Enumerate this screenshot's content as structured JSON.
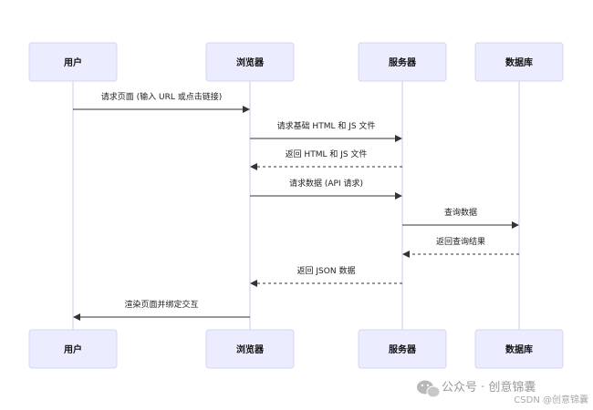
{
  "diagram": {
    "actors": [
      {
        "id": "user",
        "label": "用户"
      },
      {
        "id": "browser",
        "label": "浏览器"
      },
      {
        "id": "server",
        "label": "服务器"
      },
      {
        "id": "database",
        "label": "数据库"
      }
    ],
    "messages": [
      {
        "from": "user",
        "to": "browser",
        "label": "请求页面 (输入 URL 或点击链接)",
        "style": "solid"
      },
      {
        "from": "browser",
        "to": "server",
        "label": "请求基础 HTML 和 JS 文件",
        "style": "solid"
      },
      {
        "from": "server",
        "to": "browser",
        "label": "返回 HTML 和 JS 文件",
        "style": "dashed"
      },
      {
        "from": "browser",
        "to": "server",
        "label": "请求数据 (API 请求)",
        "style": "solid"
      },
      {
        "from": "server",
        "to": "database",
        "label": "查询数据",
        "style": "solid"
      },
      {
        "from": "database",
        "to": "server",
        "label": "返回查询结果",
        "style": "dashed"
      },
      {
        "from": "server",
        "to": "browser",
        "label": "返回 JSON 数据",
        "style": "dashed"
      },
      {
        "from": "browser",
        "to": "user",
        "label": "渲染页面并绑定交互",
        "style": "solid"
      }
    ]
  },
  "watermark": {
    "main_text": "公众号 · 创意锦囊",
    "sub_text": "CSDN @创意锦囊"
  }
}
